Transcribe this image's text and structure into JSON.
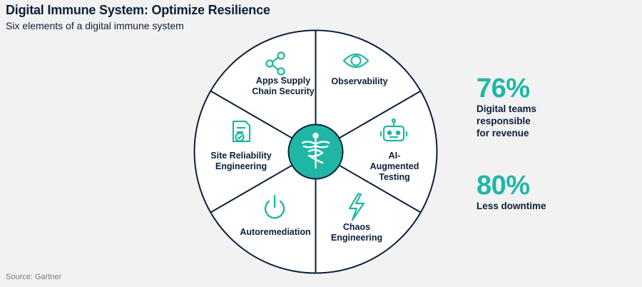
{
  "header": {
    "title": "Digital Immune System: Optimize Resilience",
    "subtitle": "Six elements of a digital immune system"
  },
  "wheel": {
    "center_icon": "caduceus-icon",
    "segments": [
      {
        "label": "Apps Supply\nChain Security",
        "icon": "share-icon"
      },
      {
        "label": "Observability",
        "icon": "eye-icon"
      },
      {
        "label": "AI-Augmented\nTesting",
        "icon": "robot-icon"
      },
      {
        "label": "Chaos\nEngineering",
        "icon": "lightning-icon"
      },
      {
        "label": "Autoremediation",
        "icon": "power-icon"
      },
      {
        "label": "Site Reliability\nEngineering",
        "icon": "checklist-icon"
      }
    ]
  },
  "stats": [
    {
      "value": "76%",
      "description": "Digital teams\nresponsible\nfor revenue"
    },
    {
      "value": "80%",
      "description": "Less downtime"
    }
  ],
  "footer": {
    "source": "Source: Gartner"
  },
  "colors": {
    "navy": "#0b1f3a",
    "teal": "#1fb7a4",
    "background": "#f2f2f2"
  }
}
